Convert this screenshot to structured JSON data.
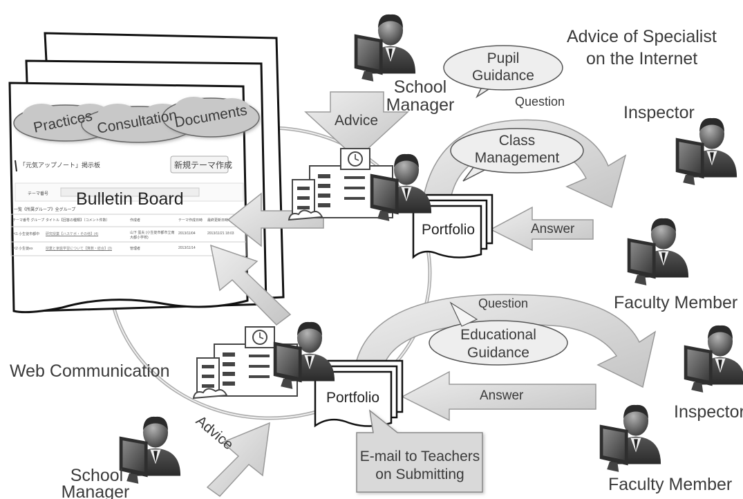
{
  "labels": {
    "advice_specialist": "Advice of Specialist",
    "on_internet": "on the Internet",
    "school_manager_top": [
      "School",
      "Manager"
    ],
    "school_manager_bottom": [
      "School",
      "Manager"
    ],
    "inspector_top": "Inspector",
    "inspector_bottom": "Inspector",
    "faculty_top": "Faculty Member",
    "faculty_bottom": "Faculty Member",
    "web_communication": "Web Communication",
    "bulletin_board": "Bulletin Board"
  },
  "bubbles": {
    "pupil_guidance": [
      "Pupil",
      "Guidance"
    ],
    "class_management": [
      "Class",
      "Management"
    ],
    "educational_guidance": [
      "Educational",
      "Guidance"
    ]
  },
  "clouds": {
    "practices": "Practices",
    "consultation": "Consultation",
    "documents": "Documents"
  },
  "arrows": {
    "advice_top": "Advice",
    "advice_bottom": "Advice",
    "question_top": "Question",
    "question_bottom": "Question",
    "answer_top": "Answer",
    "answer_bottom": "Answer"
  },
  "portfolios": {
    "top": "Portfolio",
    "bottom": "Portfolio"
  },
  "callout": [
    "E-mail to Teachers",
    "on Submitting"
  ],
  "bulletin_ui": {
    "board_title": "「元気アップノート」掲示板",
    "new_theme_button": "新規テーマ作成",
    "search_label": "テーマ番号",
    "list_caption": "一覧《所属グループ》全グループ",
    "headers": [
      "テーマ番号 グループ",
      "タイトル【回答の種類】（コメント件数）",
      "作成者",
      "テーマ作成日時",
      "最終更新日時"
    ],
    "rows": [
      [
        "ペ1 小生徒市都中",
        "研究授業【ハスケボ・その他】(4)",
        "山下 蛋夫 (小生徒市都市立南大都小学校)",
        "2013/11/04",
        "2013/11/21 18:03"
      ],
      [
        "ペ2 小生徒ex",
        "授業と家庭学習について【算数・総合】(3)",
        "管理者",
        "2013/11/14",
        ""
      ]
    ]
  },
  "colors": {
    "arrow_fill": "#d4d4d4",
    "cloud_fill": "#c8c8c8",
    "bubble_fill": "#eeeeee",
    "text": "#3a3a3a"
  }
}
